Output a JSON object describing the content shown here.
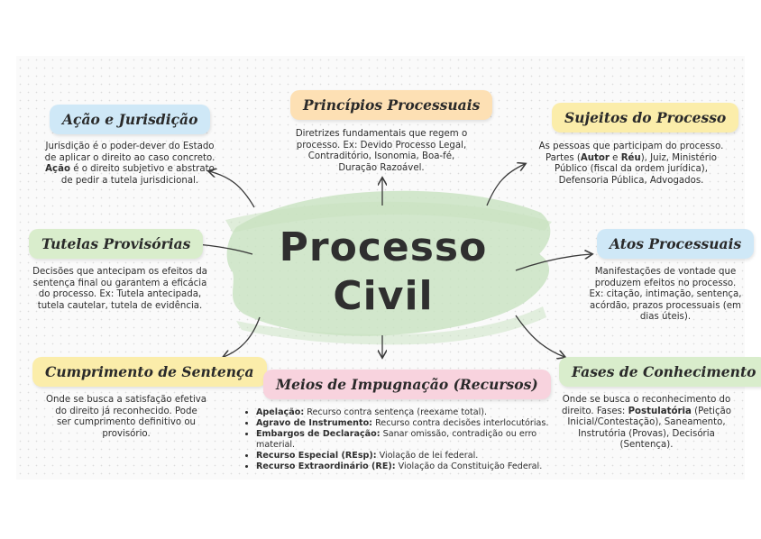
{
  "center": {
    "line1": "Processo",
    "line2": "Civil"
  },
  "colors": {
    "blue": "#cfe8f7",
    "green": "#d9edcc",
    "yellow": "#fbedaa",
    "orange": "#fde0b4",
    "pink": "#f8d3de",
    "brush": "#c8e2c0"
  },
  "nodes": {
    "acao": {
      "title": "Ação e Jurisdição",
      "l1": "Jurisdição é o poder-dever do Estado",
      "l2": "de aplicar o direito ao caso concreto.",
      "l3_bold": "Ação",
      "l3_rest": " é o direito subjetivo e abstrato",
      "l4": "de pedir a tutela jurisdicional."
    },
    "principios": {
      "title": "Princípios Processuais",
      "l1": "Diretrizes fundamentais que regem o",
      "l2": "processo. Ex: Devido Processo Legal,",
      "l3": "Contraditório, Isonomia, Boa-fé,",
      "l4": "Duração Razoável."
    },
    "sujeitos": {
      "title": "Sujeitos do Processo",
      "l1": "As pessoas que participam do processo.",
      "l2a": "Partes (",
      "l2b": "Autor",
      "l2c": " e ",
      "l2d": "Réu",
      "l2e": "), Juiz, Ministério",
      "l3": "Público (fiscal da ordem jurídica),",
      "l4": "Defensoria Pública, Advogados."
    },
    "tutelas": {
      "title": "Tutelas Provisórias",
      "l1": "Decisões que antecipam os efeitos da",
      "l2": "sentença final ou garantem a eficácia",
      "l3": "do processo. Ex: Tutela antecipada,",
      "l4": "tutela cautelar, tutela de evidência."
    },
    "atos": {
      "title": "Atos Processuais",
      "l1": "Manifestações de vontade que",
      "l2": "produzem efeitos no processo.",
      "l3": "Ex: citação, intimação, sentença,",
      "l4": "acórdão, prazos processuais (em",
      "l5": "dias úteis)."
    },
    "cumprimento": {
      "title": "Cumprimento de Sentença",
      "l1": "Onde se busca a satisfação efetiva",
      "l2": "do direito já reconhecido. Pode",
      "l3": "ser cumprimento definitivo ou",
      "l4": "provisório."
    },
    "meios": {
      "title": "Meios de Impugnação (Recursos)",
      "items": [
        {
          "term": "Apelação:",
          "text": " Recurso contra sentença (reexame total)."
        },
        {
          "term": "Agravo de Instrumento:",
          "text": " Recurso contra decisões interlocutórias."
        },
        {
          "term": "Embargos de Declaração:",
          "text": " Sanar omissão, contradição ou erro material."
        },
        {
          "term": "Recurso Especial (REsp):",
          "text": " Violação de lei federal."
        },
        {
          "term": "Recurso Extraordinário (RE):",
          "text": " Violação da Constituição Federal."
        }
      ]
    },
    "fases": {
      "title": "Fases de Conhecimento",
      "l1": "Onde se busca o reconhecimento do",
      "l2a": "direito. Fases: ",
      "l2b": "Postulatória",
      "l2c": " (Petição",
      "l3": "Inicial/Contestação), Saneamento,",
      "l4": "Instrutória (Provas), Decisória",
      "l5": "(Sentença)."
    }
  }
}
